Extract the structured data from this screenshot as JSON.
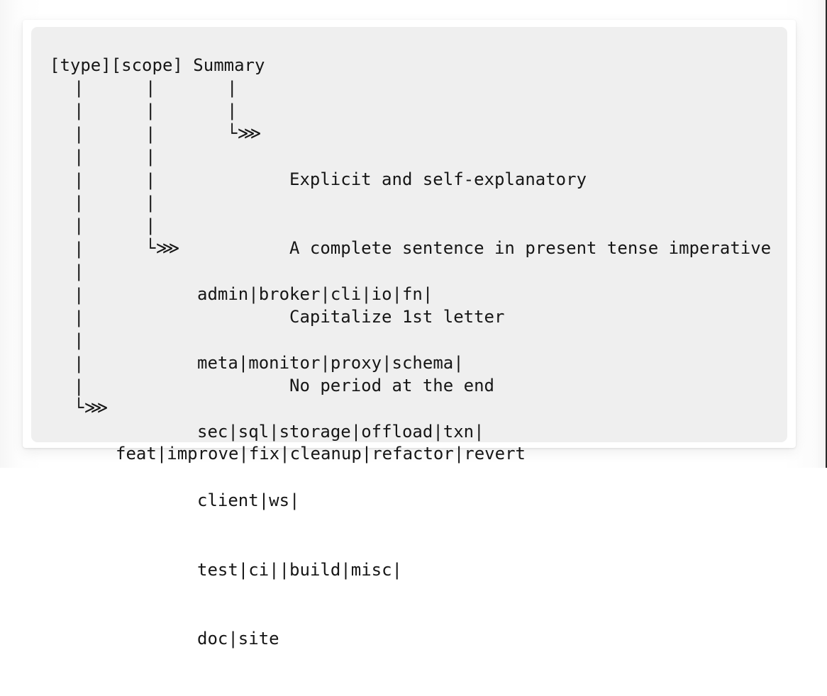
{
  "document": {
    "kind": "ascii-art-diagram",
    "subject": "Git commit message format",
    "card_background": "#efefef",
    "page_background": "#ffffff",
    "text_color": "#161616"
  },
  "diagram": {
    "header": "[type][scope] Summary",
    "arrow_glyph": "└⋙",
    "stem_glyph": "|",
    "stems": {
      "type": "|\n|\n|\n|\n|\n|\n|\n|\n|\n|\n|\n|\n|\n|",
      "scope": "|\n|\n|\n|\n|\n|\n|",
      "summary": "|\n|"
    },
    "branches": {
      "summary": {
        "label": "summary",
        "arrow": "└⋙",
        "lines": [
          "Explicit and self-explanatory",
          "A complete sentence in present tense imperative",
          "Capitalize 1st letter",
          "No period at the end"
        ]
      },
      "scope": {
        "label": "scope",
        "arrow": "└⋙",
        "lines": [
          "admin|broker|cli|io|fn|",
          "meta|monitor|proxy|schema|",
          "sec|sql|storage|offload|txn|",
          "client|ws|",
          "test|ci||build|misc|",
          "doc|site"
        ]
      },
      "type": {
        "label": "type",
        "arrow": "└⋙",
        "lines": [
          "feat|improve|fix|cleanup|refactor|revert"
        ]
      }
    }
  }
}
